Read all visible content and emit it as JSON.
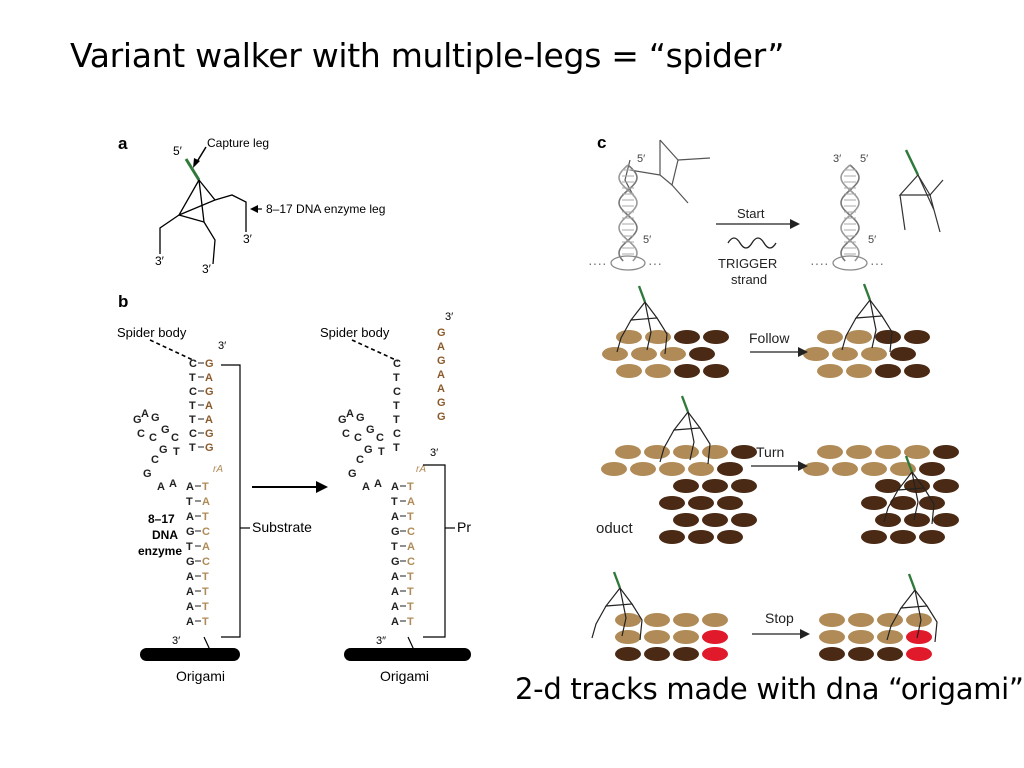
{
  "slide": {
    "title": "Variant walker with multiple-legs = “spider”",
    "caption": "2-d tracks made with dna “origami”"
  },
  "panel_a": {
    "label": "a",
    "capture_leg": "Capture leg",
    "enzyme_leg": "8–17 DNA enzyme leg",
    "end5": "5′",
    "end3": "3′"
  },
  "panel_b": {
    "label": "b",
    "spider_body": "Spider body",
    "substrate": "Substrate",
    "product_partial": "Pr",
    "enzyme_label": [
      "8–17",
      "DNA",
      "enzyme"
    ],
    "origami": "Origami",
    "end3": "3′",
    "end3_double": "3″",
    "ra": "rA",
    "left_strand": [
      "C",
      "T",
      "C",
      "T",
      "T",
      "C",
      "T"
    ],
    "right_strand": [
      "G",
      "A",
      "G",
      "A",
      "A",
      "G",
      "G"
    ],
    "lower_left": [
      "A",
      "T",
      "A",
      "G",
      "T",
      "G",
      "A",
      "A",
      "A",
      "A"
    ],
    "lower_right": [
      "T",
      "A",
      "T",
      "C",
      "A",
      "C",
      "T",
      "T",
      "T",
      "T"
    ],
    "loop": [
      "G",
      "A",
      "G",
      "C",
      "C",
      "G",
      "C",
      "G",
      "T",
      "C",
      "G",
      "A",
      "A"
    ],
    "released": [
      "G",
      "A",
      "G",
      "A",
      "A",
      "G",
      "G"
    ]
  },
  "panel_c": {
    "label": "c",
    "start": "Start",
    "trigger": "TRIGGER",
    "strand": "strand",
    "follow": "Follow",
    "turn": "Turn",
    "stop": "Stop",
    "product_partial": "oduct",
    "end5": "5′",
    "end3": "3′",
    "colors": {
      "light": "#b08b57",
      "dark": "#4a2a14",
      "red": "#e01a2a",
      "leg_green": "#2f7a3a"
    }
  }
}
